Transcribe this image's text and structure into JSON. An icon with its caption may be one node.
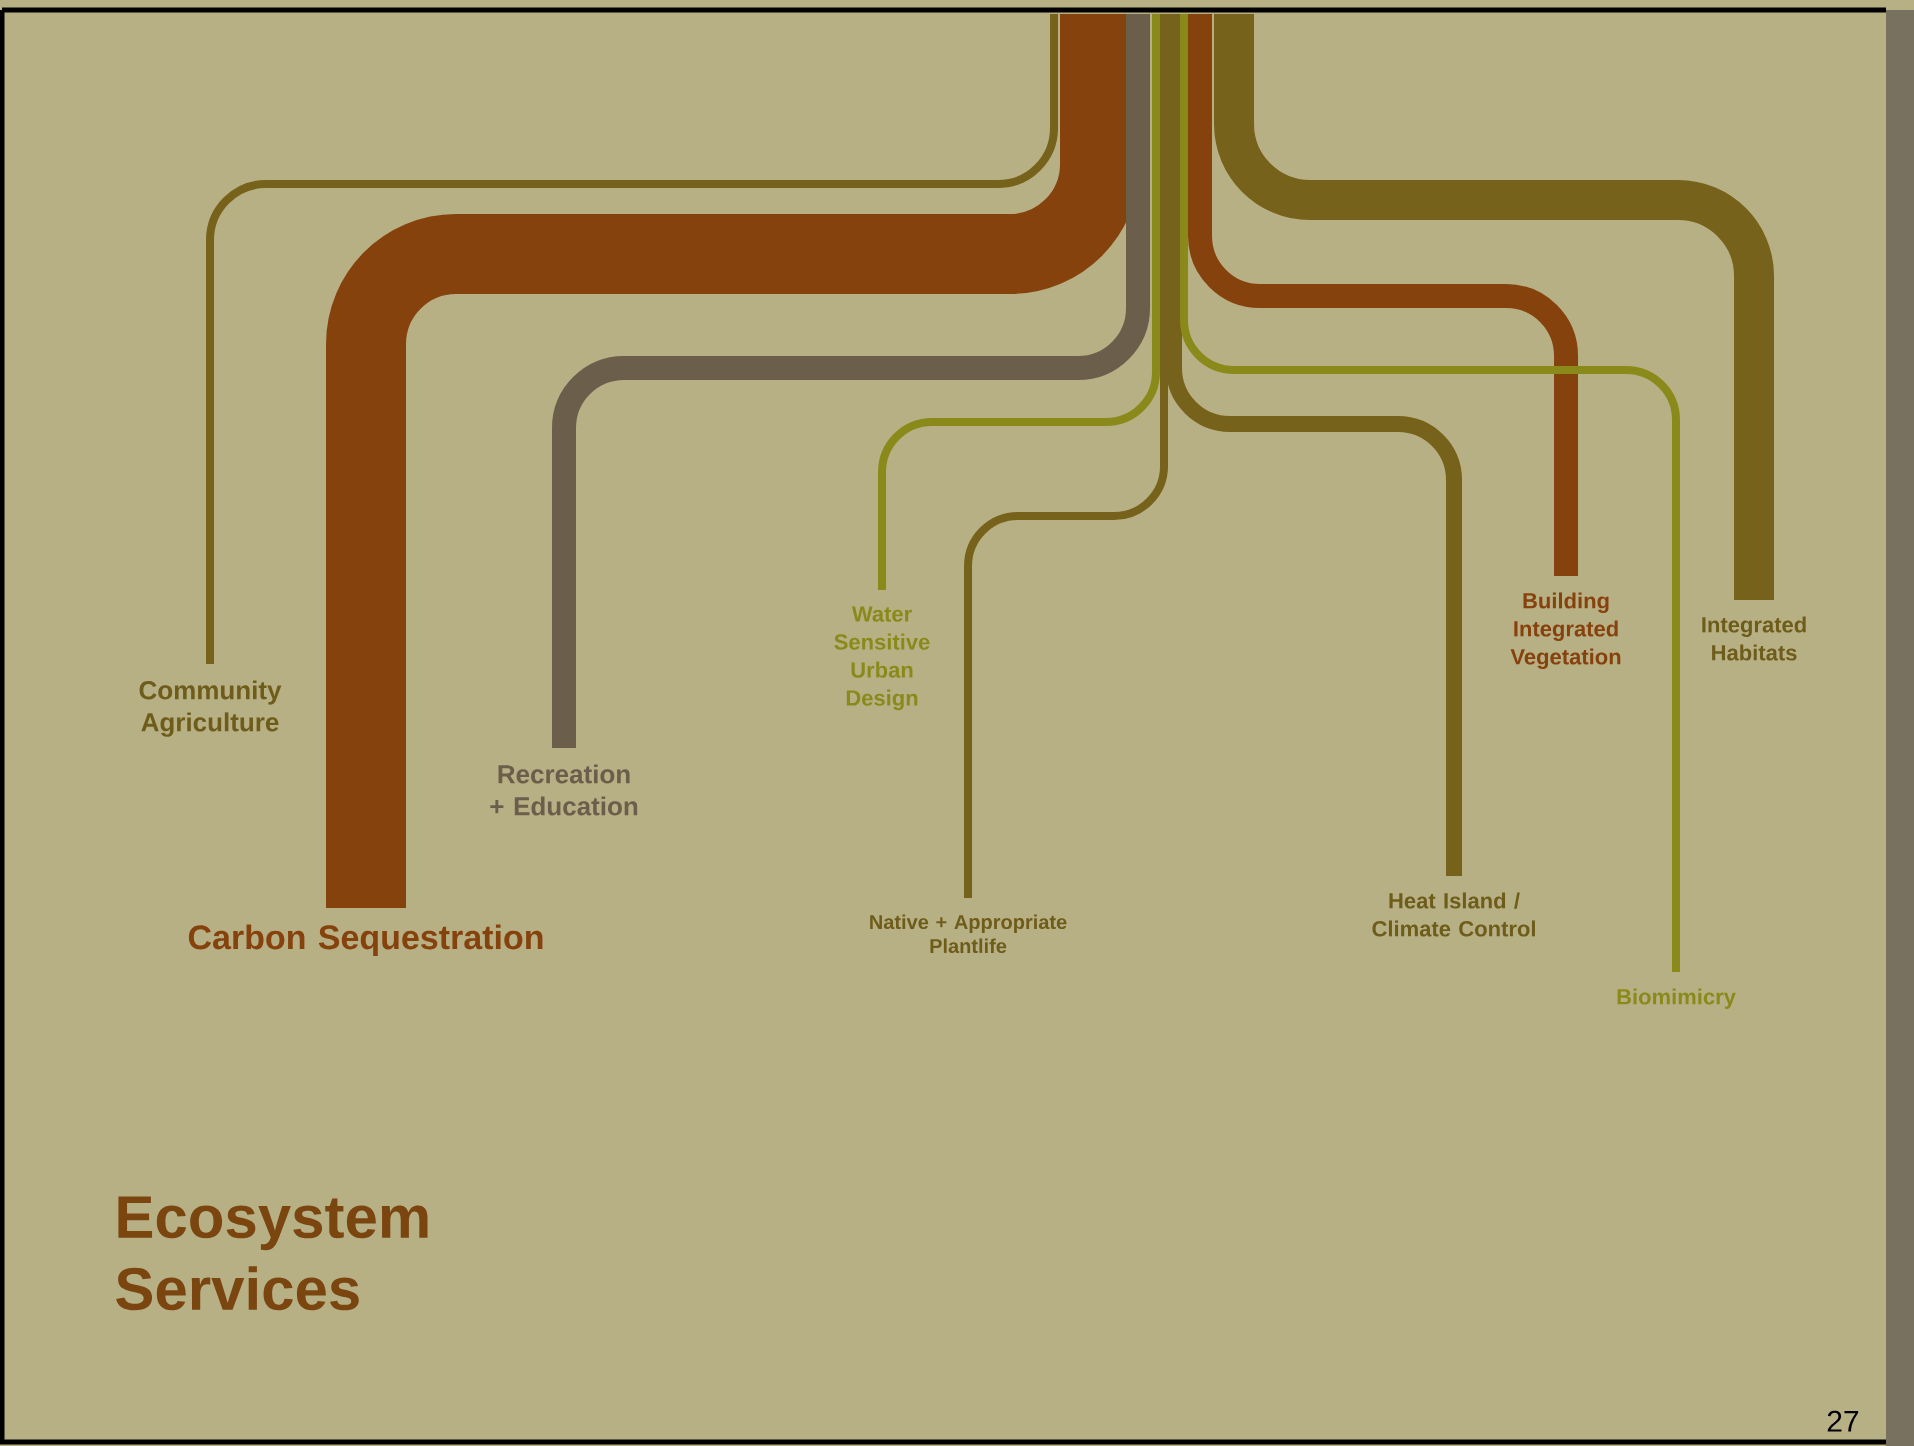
{
  "diagram": {
    "title": "Ecosystem Services",
    "nodes": [
      {
        "text": [
          "Community Agriculture"
        ]
      },
      {
        "text": [
          "Carbon Sequestration"
        ]
      },
      {
        "text": [
          "Recreation + Education"
        ]
      },
      {
        "text": [
          "Water Sensitive Urban Design"
        ]
      },
      {
        "text": [
          "Native + Appropriate Plantlife"
        ]
      },
      {
        "text": [
          "Heat Island / Climate Control"
        ]
      },
      {
        "text": [
          "Building Integrated Vegetation"
        ]
      },
      {
        "text": [
          "Integrated Habitats"
        ]
      },
      {
        "text": [
          "Biomimicry"
        ]
      }
    ],
    "edges": [
      {
        "from": null,
        "to": 0,
        "arrow": "none"
      },
      {
        "from": null,
        "to": 1,
        "arrow": "none",
        "style": "thick",
        "color": "#86420d"
      },
      {
        "from": null,
        "to": 2,
        "arrow": "none",
        "color": "#6b5e4a"
      },
      {
        "from": null,
        "to": 3,
        "arrow": "none",
        "color": "#8a8a1a"
      },
      {
        "from": null,
        "to": 4,
        "arrow": "none"
      },
      {
        "from": null,
        "to": 5,
        "arrow": "none"
      },
      {
        "from": null,
        "to": 6,
        "arrow": "none",
        "color": "#86420d"
      },
      {
        "from": null,
        "to": 7,
        "arrow": "none",
        "style": "thick"
      },
      {
        "from": null,
        "to": 8,
        "arrow": "none",
        "color": "#8a8a1a"
      }
    ],
    "labels": [
      "27"
    ]
  }
}
